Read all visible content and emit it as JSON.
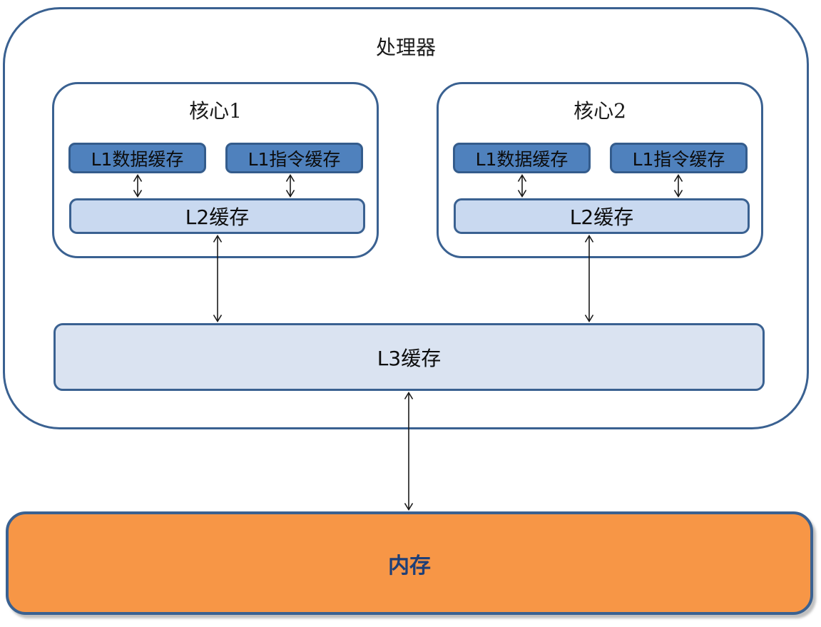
{
  "title": "处理器",
  "cores": [
    {
      "label": "核心1",
      "l1_data": "L1数据缓存",
      "l1_instr": "L1指令缓存",
      "l2": "L2缓存"
    },
    {
      "label": "核心2",
      "l1_data": "L1数据缓存",
      "l1_instr": "L1指令缓存",
      "l2": "L2缓存"
    }
  ],
  "l3": "L3缓存",
  "memory": "内存",
  "colors": {
    "outline": "#3A6191",
    "l1_fill": "#4F81BD",
    "l2_fill": "#C9D9F0",
    "l3_fill": "#DAE3F1",
    "memory_fill": "#F79646",
    "memory_text": "#1F3F77",
    "arrow": "#1a1a1a"
  }
}
